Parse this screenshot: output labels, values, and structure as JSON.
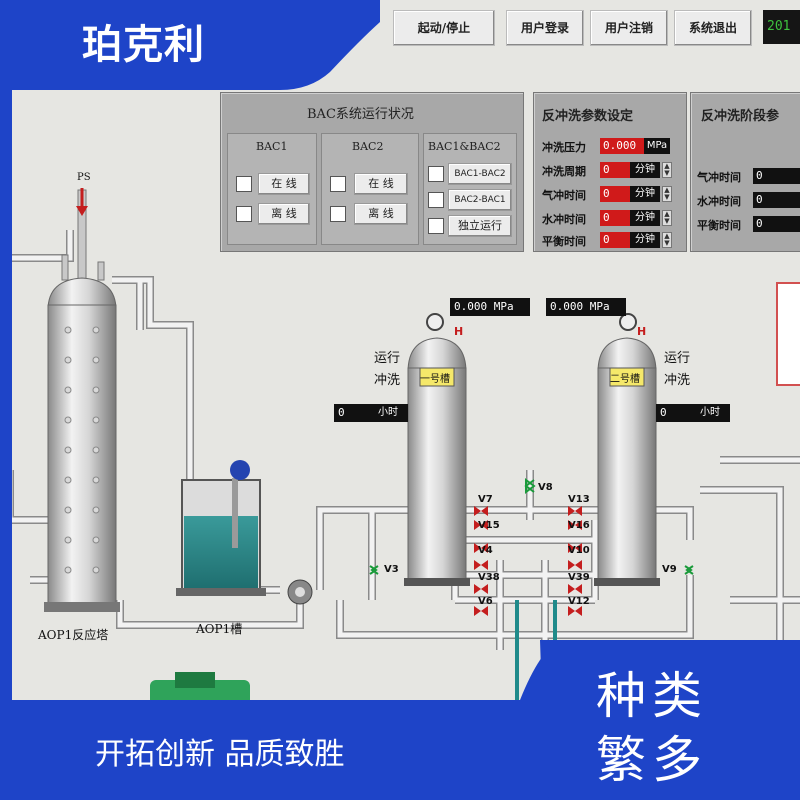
{
  "brand": {
    "name": "珀克利",
    "color": "#1e44c8"
  },
  "toolbar": {
    "buttons": [
      "起动/停止",
      "用户登录",
      "用户注销",
      "系统退出"
    ],
    "clock": "201"
  },
  "bac_panel": {
    "title": "BAC系统运行状况",
    "groups": [
      {
        "title": "BAC1",
        "items": [
          "在 线",
          "离 线"
        ]
      },
      {
        "title": "BAC2",
        "items": [
          "在 线",
          "离 线"
        ]
      },
      {
        "title": "BAC1&BAC2",
        "items": [
          "BAC1-BAC2",
          "BAC2-BAC1",
          "独立运行"
        ]
      }
    ]
  },
  "backwash_settings": {
    "title": "反冲洗参数设定",
    "rows": [
      {
        "label": "冲洗压力",
        "value": "0.000",
        "unit": "MPa"
      },
      {
        "label": "冲洗周期",
        "value": "0",
        "unit": "分钟"
      },
      {
        "label": "气冲时间",
        "value": "0",
        "unit": "分钟"
      },
      {
        "label": "水冲时间",
        "value": "0",
        "unit": "分钟"
      },
      {
        "label": "平衡时间",
        "value": "0",
        "unit": "分钟"
      }
    ]
  },
  "backwash_stage": {
    "title": "反冲洗阶段参",
    "rows": [
      {
        "label": "气冲时间",
        "value": "0"
      },
      {
        "label": "水冲时间",
        "value": "0"
      },
      {
        "label": "平衡时间",
        "value": "0"
      }
    ]
  },
  "process": {
    "pressure_left": "0.000 MPa",
    "pressure_right": "0.000 MPa",
    "hours_left_value": "0",
    "hours_left_unit": "小时",
    "hours_right_value": "0",
    "hours_right_unit": "小时",
    "run_wash_left": [
      "运行",
      "冲洗"
    ],
    "run_wash_right": [
      "运行",
      "冲洗"
    ],
    "tank1_label": "一号槽",
    "tank2_label": "二号槽",
    "gauge_marker": "H",
    "ps_label": "PS",
    "reactor_label": "AOP1反应塔",
    "aop_tank_label": "AOP1槽",
    "valves": [
      "V8",
      "V7",
      "V13",
      "V15",
      "V16",
      "V4",
      "V10",
      "V38",
      "V39",
      "V6",
      "V12",
      "V3",
      "V9"
    ]
  },
  "overlay": {
    "slogan": "开拓创新 品质致胜",
    "badge_line1": "种类",
    "badge_line2": "繁多",
    "color": "#1e44c8"
  }
}
